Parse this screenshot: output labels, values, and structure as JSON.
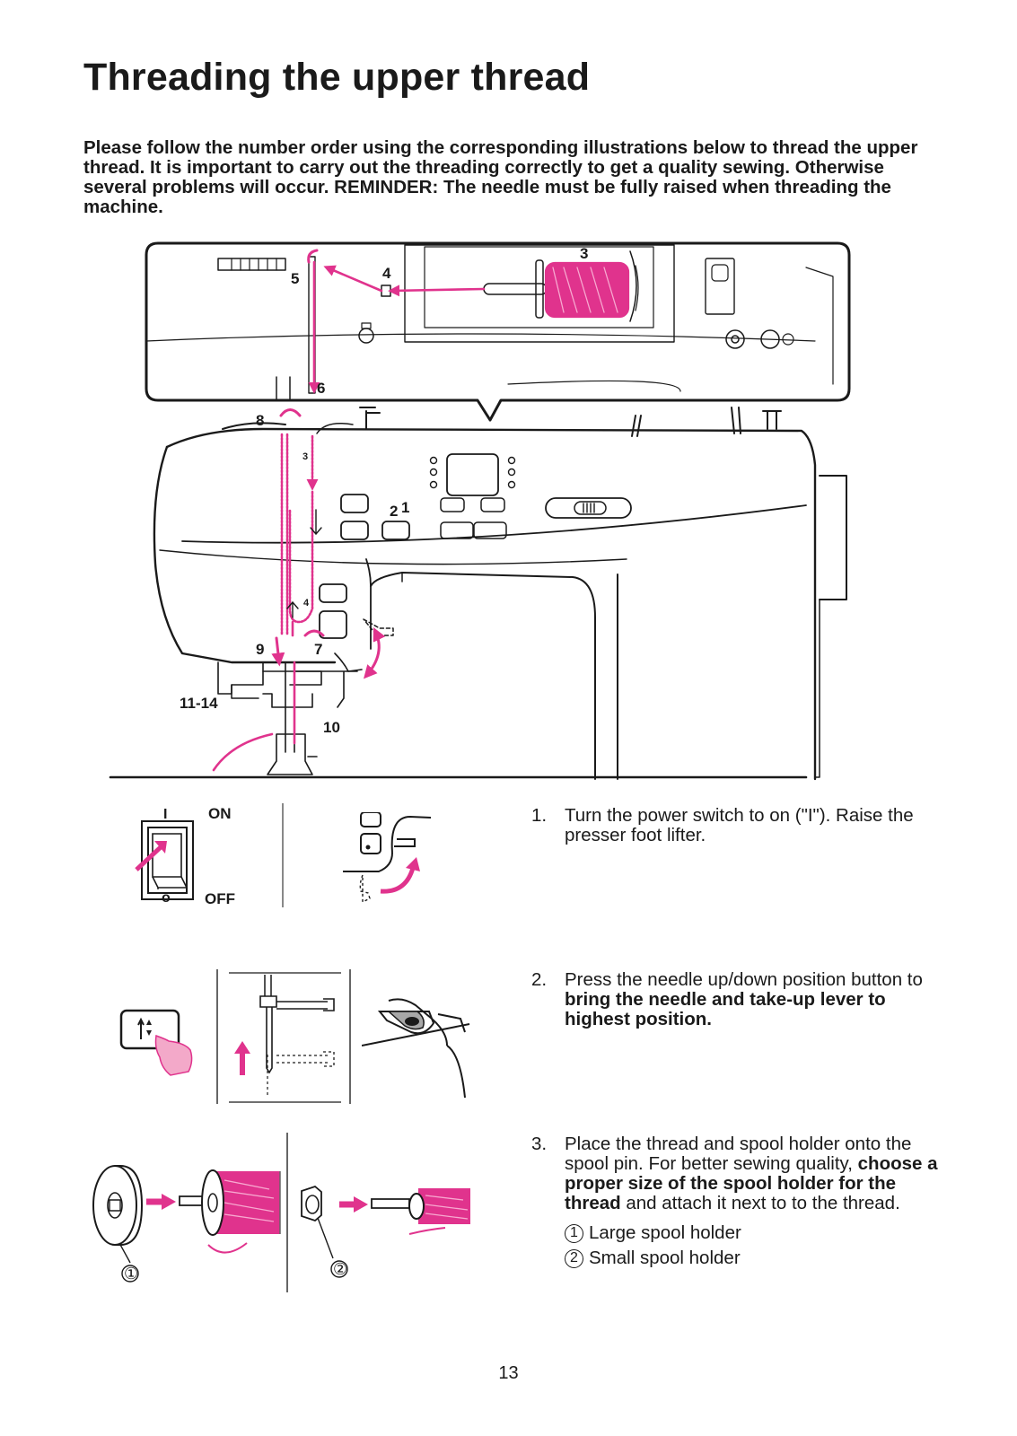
{
  "page": {
    "title": "Threading the upper thread",
    "intro": "Please follow the number order using the corresponding illustrations below to thread the upper thread. It is important to carry out the threading correctly to get a quality sewing. Otherwise several problems will occur. REMINDER: The needle must be fully raised when threading the machine.",
    "page_number": "13"
  },
  "colors": {
    "thread": "#e0338d",
    "ink": "#1a1a1a"
  },
  "main_diagram": {
    "labels": {
      "l1": "1",
      "l2": "2",
      "l3": "3",
      "l4": "4",
      "l5": "5",
      "l6": "6",
      "l7": "7",
      "l8": "8",
      "l9": "9",
      "l10": "10",
      "l11": "11-14",
      "a3": "3",
      "a4": "4"
    }
  },
  "switch_figure": {
    "on_mark": "I",
    "on_label": "ON",
    "off_mark": "o",
    "off_label": "OFF"
  },
  "steps": [
    {
      "num": "1.",
      "text_a": "Turn the power switch to on (\"I\"). Raise the presser foot lifter."
    },
    {
      "num": "2.",
      "text_a": "Press the needle up/down position button to ",
      "bold_a": "bring the needle and take-up lever to highest position."
    },
    {
      "num": "3.",
      "text_a": "Place the thread and spool holder onto the spool pin. For better sewing quality, ",
      "bold_a": "choose a proper size of the spool holder for the thread",
      "text_b": " and attach it next to to the thread.",
      "holders": [
        {
          "mark": "1",
          "label": "Large spool holder"
        },
        {
          "mark": "2",
          "label": "Small spool holder"
        }
      ]
    }
  ],
  "spool_figure": {
    "mark1": "①",
    "mark2": "②"
  }
}
